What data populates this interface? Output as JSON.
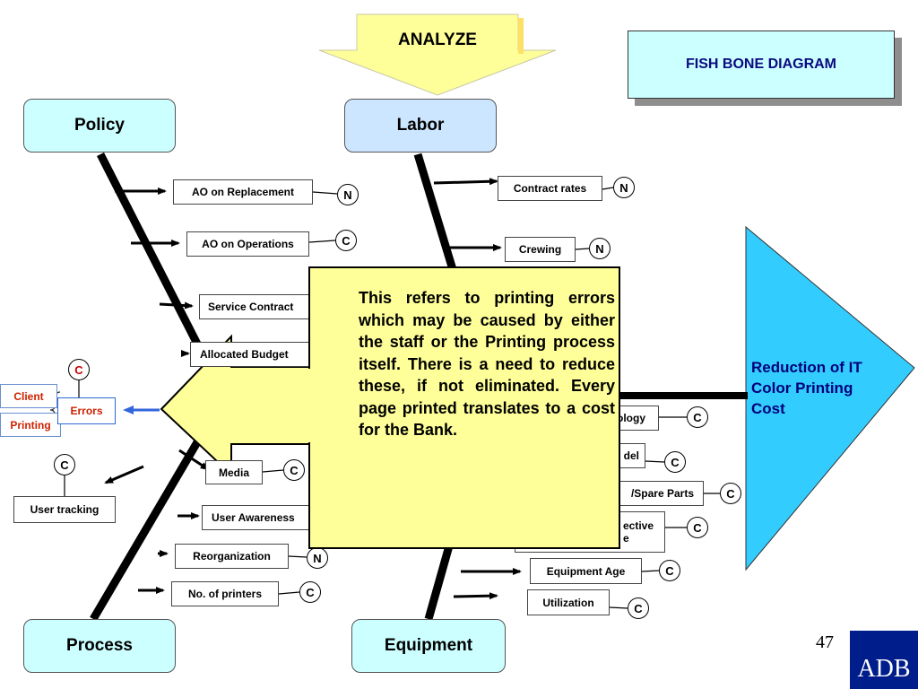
{
  "slide": {
    "analyze_label": "ANALYZE",
    "title": "FISH BONE DIAGRAM",
    "page_number": "47",
    "logo_text": "ADB"
  },
  "head": {
    "label": "Reduction of IT Color Printing Cost",
    "color": "#33ccff"
  },
  "categories": {
    "policy": "Policy",
    "labor": "Labor",
    "process": "Process",
    "equipment": "Equipment"
  },
  "policy_causes": [
    {
      "label": "AO on Replacement",
      "code": "N"
    },
    {
      "label": "AO on Operations",
      "code": "C"
    },
    {
      "label": "Service Contract",
      "code": ""
    },
    {
      "label": "Allocated  Budget",
      "code": ""
    }
  ],
  "labor_causes": [
    {
      "label": "Contract rates",
      "code": "N"
    },
    {
      "label": "Crewing",
      "code": "N"
    }
  ],
  "process_causes": [
    {
      "label": "Errors",
      "code": "C"
    },
    {
      "label": "Media",
      "code": "C"
    },
    {
      "label": "User tracking",
      "code": "C"
    },
    {
      "label": "User Awareness",
      "code": ""
    },
    {
      "label": "Reorganization",
      "code": "N"
    },
    {
      "label": "No. of printers",
      "code": "C"
    }
  ],
  "error_sources": [
    "Client",
    "Printing"
  ],
  "equipment_causes": [
    {
      "label": "ology",
      "code": "C"
    },
    {
      "label": "del",
      "code": "C"
    },
    {
      "label": "/Spare Parts",
      "code": "C"
    },
    {
      "label": "ective\ne",
      "code": "C"
    },
    {
      "label": "Equipment Age",
      "code": "C"
    },
    {
      "label": "Utilization",
      "code": "C"
    }
  ],
  "callout": {
    "text": "This refers to printing errors which may be caused by either the staff or the Printing process itself. There is a need to reduce these, if not eliminated. Every page printed translates to a cost for the Bank.",
    "fill": "#ffff99"
  }
}
